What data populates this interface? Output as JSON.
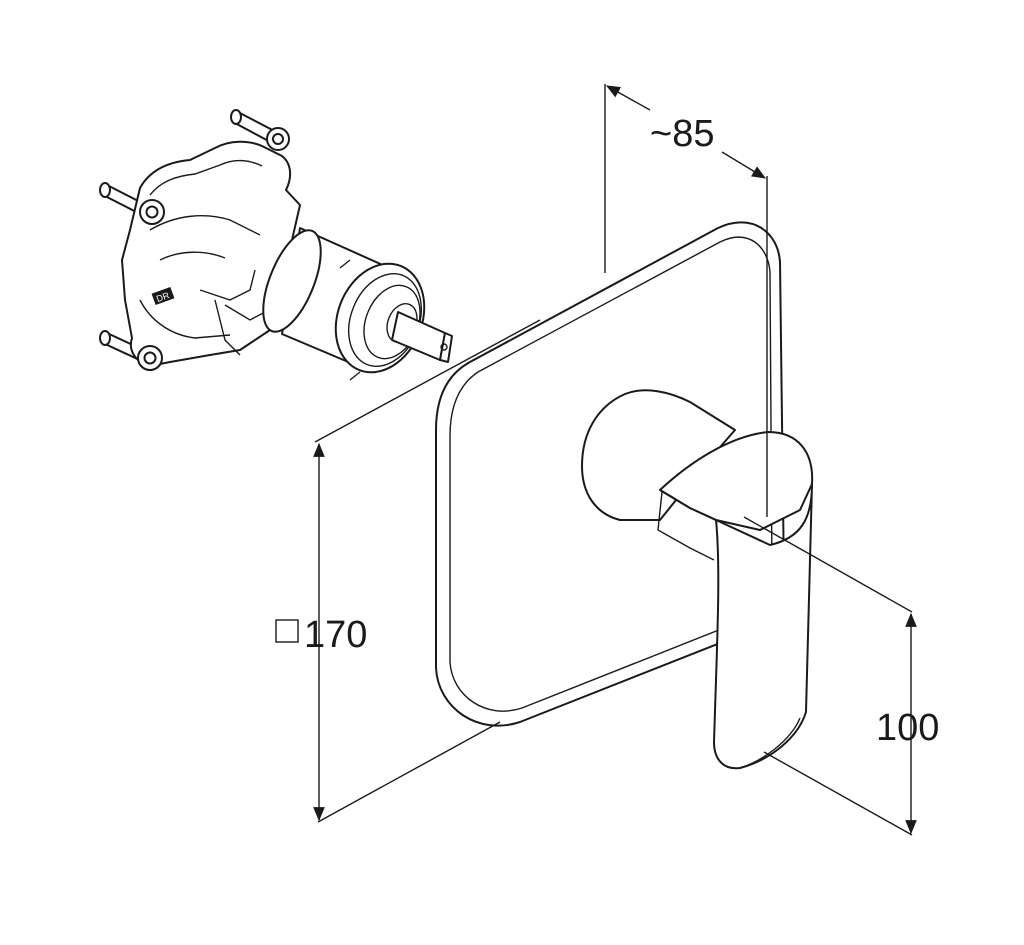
{
  "dimensions": {
    "depth": "~85",
    "plate_square": "170",
    "height": "100"
  },
  "icons": {
    "square_symbol": "square-symbol-icon"
  },
  "colors": {
    "line": "#1a1a1a",
    "background": "#ffffff"
  }
}
